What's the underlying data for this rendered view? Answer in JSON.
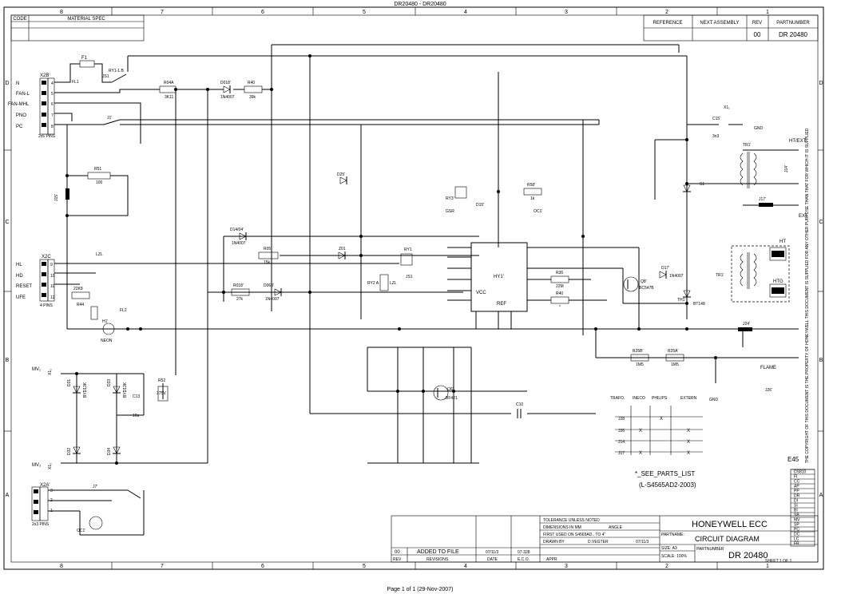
{
  "header": {
    "doc_id": "DR20480 - DR20480",
    "code_label": "CODE",
    "material_spec_label": "MATERIAL SPEC",
    "reference_label": "REFERENCE",
    "next_assembly_label": "NEXT ASSEMBLY",
    "rev_label": "REV",
    "partnumber_label": "PARTNUMBER",
    "rev_value": "00",
    "partnumber_value": "DR 20480"
  },
  "grid": {
    "columns": [
      "8",
      "7",
      "6",
      "5",
      "4",
      "3",
      "2",
      "1"
    ],
    "rows": [
      "D",
      "C",
      "B",
      "A"
    ]
  },
  "connectors": {
    "x2b": {
      "ref": "X2B'",
      "pins": [
        "N",
        "FAN-L",
        "FAN-MHL",
        "PNO",
        "PC"
      ],
      "numbers": [
        "4",
        "5",
        "6",
        "7",
        "8"
      ],
      "caption": "2x5 PINS"
    },
    "x2c": {
      "ref": "X2C",
      "pins": [
        "HL",
        "HD",
        "RESET",
        "UFE"
      ],
      "numbers": [
        "9",
        "10",
        "11",
        "12"
      ],
      "caption": "4 PINS"
    },
    "x2a": {
      "ref": "X2A'",
      "numbers": [
        "3",
        "2",
        "1"
      ],
      "caption": "2x3 PINS"
    },
    "mv1": "MV₁",
    "mv2": "MV₂",
    "x1": "X1₁",
    "x1b": "X1₂",
    "x1c": "X1₃",
    "ht_ext": "HT/EXT",
    "ext": "EXT",
    "ht": "HT",
    "htg": "HTG",
    "flame": "FLAME",
    "gnd": "GND"
  },
  "components": {
    "f1": "F1",
    "fl1": "FL1",
    "ry1_1b": "RY1-1.B",
    "js1": "JS1",
    "j1": "J1'",
    "r04a": "R04A",
    "r04a_val": "3K11",
    "d018": "D018'",
    "d018_val": "1N4007",
    "r40": "R40",
    "r40_val": "39k",
    "r51": "R51",
    "r51_val": "100",
    "j15": "J15'",
    "d14": "D14/04'",
    "d14_val": "1N4007",
    "r05": "R05",
    "r05_val": "15k",
    "z01": "Z01",
    "r018": "R018'",
    "r018_val": "27k",
    "d068": "D068'",
    "d068_val": "1N4007",
    "r44": "R44",
    "r_22k": "22K8",
    "h1": "H1'",
    "neon": "NEON",
    "fl2": "FL2",
    "d025": "D25'",
    "ry3": "RY3'",
    "ry3_val": "GSR",
    "d015": "D15'",
    "r58": "R58'",
    "r58_val": "1k",
    "oc1": "OC1'",
    "ry1": "RY1",
    "js1b": "JS1",
    "ry2": "RY2 A",
    "lzl": "LZL",
    "hy1": "HY1'",
    "vcc": "VCC",
    "ref": "REF",
    "r36": "R36",
    "r36_val": "22M",
    "r40b": "R40",
    "r40b_val": "*",
    "q8": "Q8'",
    "q8_val": "BC547B",
    "d17": "D17'",
    "d17_val": "1N4007",
    "th1": "TH1'",
    "th1_val": "BT148",
    "s1": "S1",
    "tr1": "TR1'",
    "tr1b": "TR1'",
    "r52": "R52",
    "r52_val": "275V",
    "c13": "C13",
    "c13_val": "10u",
    "d31": "D31",
    "d32": "D32",
    "d33": "D33",
    "d34": "D34",
    "d_val": "BYD13K",
    "j7": "J7'",
    "oc1b": "OC1'",
    "q6": "Q6'",
    "q6_val": "BF421",
    "c10": "C10",
    "r25b": "R25B'",
    "r25b_val": "1M5",
    "r25a": "R25A'",
    "r25a_val": "1M5",
    "j24": "J24'",
    "j26": "J26'",
    "j14": "J14'",
    "j17": "J17'",
    "c15": "C15'",
    "c15_val": "3n3"
  },
  "trafo_table": {
    "headers": [
      "TRAFO.",
      "INECO",
      "PHILIPS",
      "EXTERN"
    ],
    "rows": [
      {
        "label": "J28",
        "marks": [
          "",
          "X",
          ""
        ]
      },
      {
        "label": "J26",
        "marks": [
          "X",
          "",
          "X"
        ]
      },
      {
        "label": "J14",
        "marks": [
          "",
          "",
          "X"
        ]
      },
      {
        "label": "J17",
        "marks": [
          "X",
          "",
          "X"
        ]
      }
    ]
  },
  "notes": {
    "see_parts": "*_SEE_PARTS_LIST",
    "parts_ref": "(L-S4565AD2-2003)",
    "copyright": "THE COPYRIGHT OF THIS DOCUMENT IS THE PROPERTY OF HONEYWELL THIS DOCUMENT IS SUPPLIED FOR ANY OTHER PURPOSE THAN THAT FOR WHICH IT IS SUPPLIED",
    "e45": "E45"
  },
  "title_block": {
    "tolerance": "TOLERANCE UNLESS NOTED",
    "dimensions": "DIMENSIONS IN MM",
    "angle": "ANGLE",
    "first_used": "FIRST USED ON S4565AD.. TO 4''",
    "partname_label": "PARTNAME:",
    "company": "HONEYWELL ECC",
    "title": "CIRCUIT DIAGRAM",
    "drawn_by_label": "DRAWN BY",
    "drawn_by": "D.VEGTER",
    "date": "07/11/3",
    "size": "SIZE: A3",
    "scale": "SCALE: 100%",
    "partnumber_label": "PARTNUMBER",
    "drawing_no": "DR 20480",
    "sheet": "SHEET 1 OF 1",
    "rev_row_rev": "00",
    "rev_row_text": "ADDED TO FILE",
    "rev_row_date": "07/11/3",
    "rev_row_eco": "07-328",
    "rev_col": "REV",
    "revisions_col": "REVISIONS",
    "date_col": "DATE",
    "eco_col": "E.C.O.",
    "appr_col": "APPR"
  },
  "side_table": [
    "DS810",
    "FI",
    "CC",
    "AP",
    "PP",
    "DR",
    "DI",
    "SI",
    "BI",
    "SB",
    "MV",
    "SP",
    "PC",
    "DC",
    "LC",
    "FR"
  ],
  "footer": "Page 1 of 1 (29-Nov-2007)"
}
